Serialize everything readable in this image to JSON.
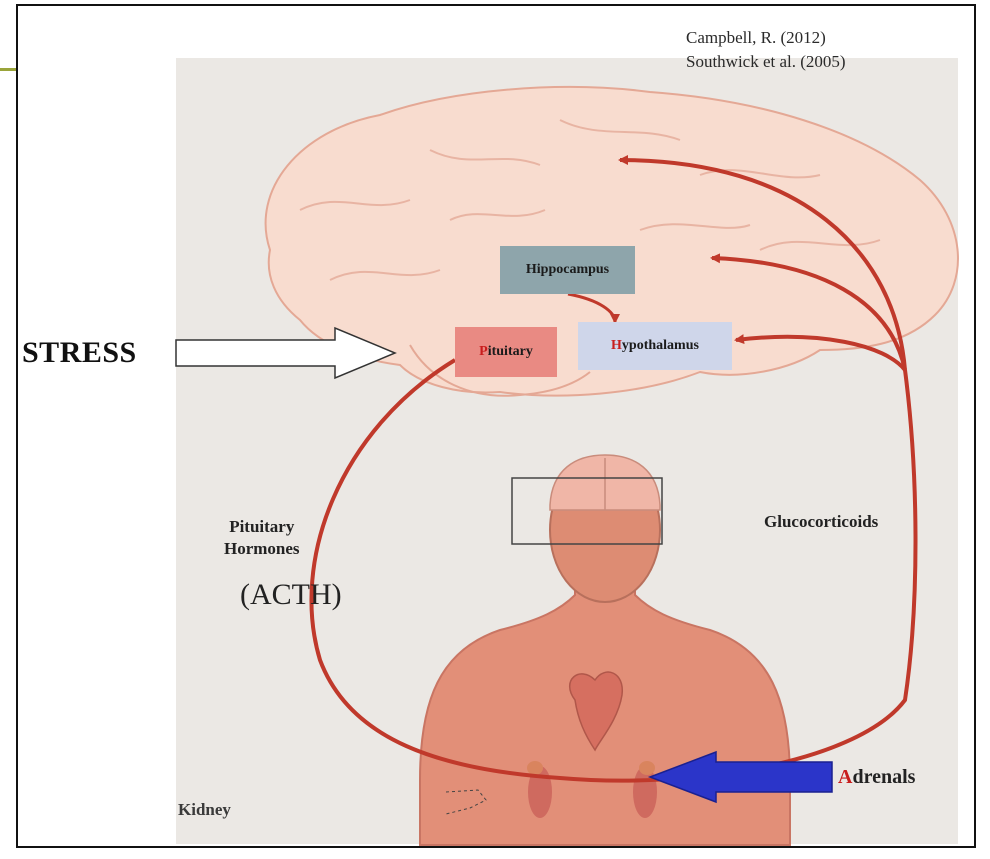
{
  "citations": [
    "Campbell, R. (2012)",
    "Southwick et al. (2005)"
  ],
  "stress": "STRESS",
  "hippocampus": "Hippocampus",
  "pituitary": {
    "initial": "P",
    "rest": "ituitary"
  },
  "hypothalamus": {
    "initial": "H",
    "rest": "ypothalamus"
  },
  "pituitary_hormones": {
    "line1": "Pituitary",
    "line2": "Hormones"
  },
  "acth": "(ACTH)",
  "glucocorticoids": "Glucocorticoids",
  "adrenals": {
    "initial": "A",
    "rest": "drenals"
  },
  "kidney": "Kidney",
  "colors": {
    "arrow_red": "#c0392b",
    "adrenals_arrow": "#2b35c9",
    "highlight_red": "#c81d1d"
  }
}
